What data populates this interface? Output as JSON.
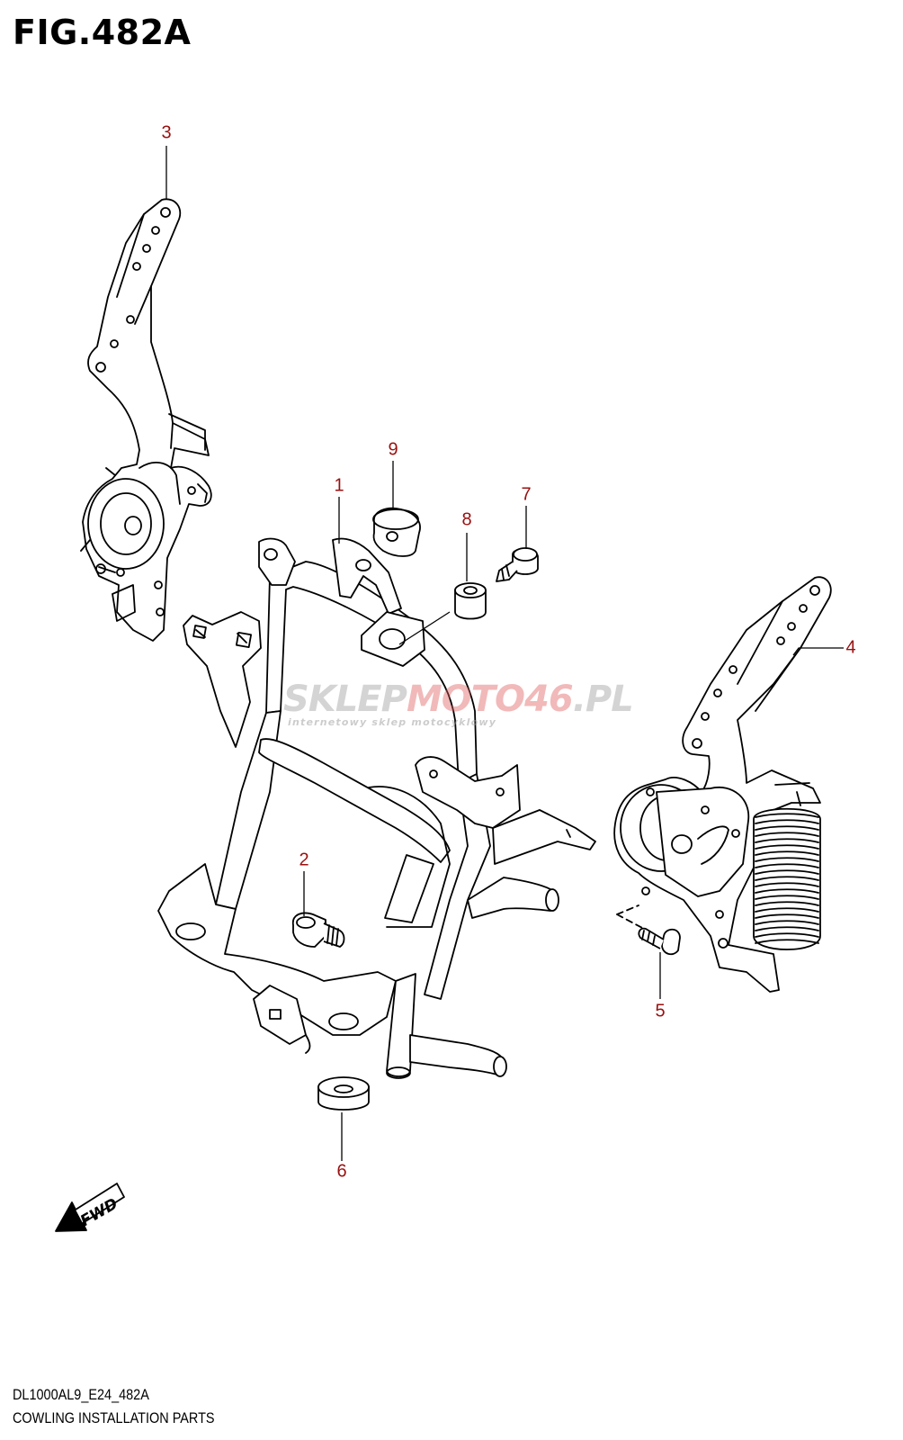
{
  "figure": {
    "title": "FIG.482A",
    "code": "DL1000AL9_E24_482A",
    "name": "COWLING INSTALLATION PARTS"
  },
  "callouts": [
    {
      "id": "1",
      "label": "1"
    },
    {
      "id": "2",
      "label": "2"
    },
    {
      "id": "3",
      "label": "3"
    },
    {
      "id": "4",
      "label": "4"
    },
    {
      "id": "5",
      "label": "5"
    },
    {
      "id": "6",
      "label": "6"
    },
    {
      "id": "7",
      "label": "7"
    },
    {
      "id": "8",
      "label": "8"
    },
    {
      "id": "9",
      "label": "9"
    }
  ],
  "watermark": {
    "part1": "SKLEP",
    "part2": "MOTO",
    "part3": "46",
    "part4": ".PL",
    "tagline": "internetowy sklep motocyklowy"
  },
  "fwd_label": "FWD",
  "colors": {
    "callout": "#9a1010",
    "line": "#000000",
    "watermark_gray": "#9b9b9b",
    "watermark_red": "#e05a5a"
  }
}
